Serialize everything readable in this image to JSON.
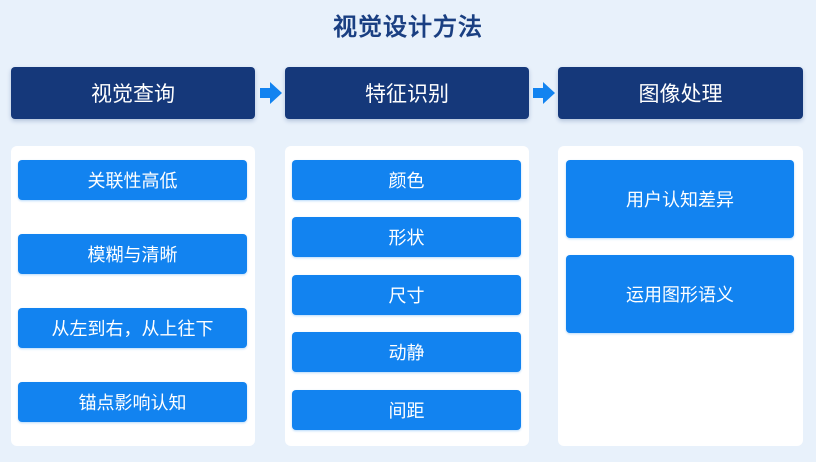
{
  "title": "视觉设计方法",
  "colors": {
    "background": "#e8f1fb",
    "title": "#1a3f82",
    "header": "#15387a",
    "item": "#1283f0",
    "panel": "#ffffff"
  },
  "columns": [
    {
      "header": "视觉查询",
      "items": [
        "关联性高低",
        "模糊与清晰",
        "从左到右，从上往下",
        "锚点影响认知"
      ]
    },
    {
      "header": "特征识别",
      "items": [
        "颜色",
        "形状",
        "尺寸",
        "动静",
        "间距"
      ]
    },
    {
      "header": "图像处理",
      "items": [
        "用户认知差异",
        "运用图形语义"
      ]
    }
  ]
}
